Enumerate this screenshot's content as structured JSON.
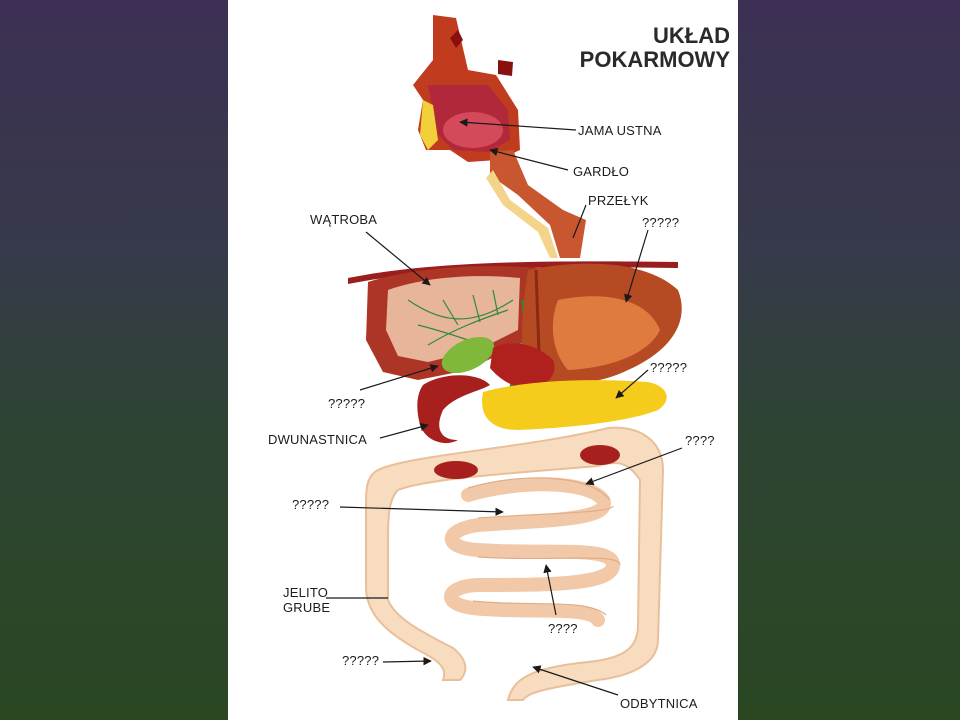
{
  "title": {
    "line1": "UKŁAD",
    "line2": "POKARMOWY"
  },
  "labels": {
    "mouth": "JAMA USTNA",
    "throat": "GARDŁO",
    "esophagus": "PRZEŁYK",
    "liver": "WĄTROBA",
    "duodenum": "DWUNASTNICA",
    "large_intestine_1": "JELITO",
    "large_intestine_2": "GRUBE",
    "rectum": "ODBYTNICA",
    "unknown_stomach": "?????",
    "unknown_pancreas": "?????",
    "unknown_gallbladder": "?????",
    "unknown_colon": "????",
    "unknown_small_intestine": "?????",
    "unknown_ileum": "????",
    "unknown_appendix": "?????"
  },
  "colors": {
    "organ_red": "#a8201e",
    "liver": "#b03a2a",
    "gallbladder": "#7fb83a",
    "pancreas": "#f5cc1c",
    "intestine": "#f7dcc0",
    "background_top": "#3d3054",
    "background_bottom": "#2a4722"
  }
}
